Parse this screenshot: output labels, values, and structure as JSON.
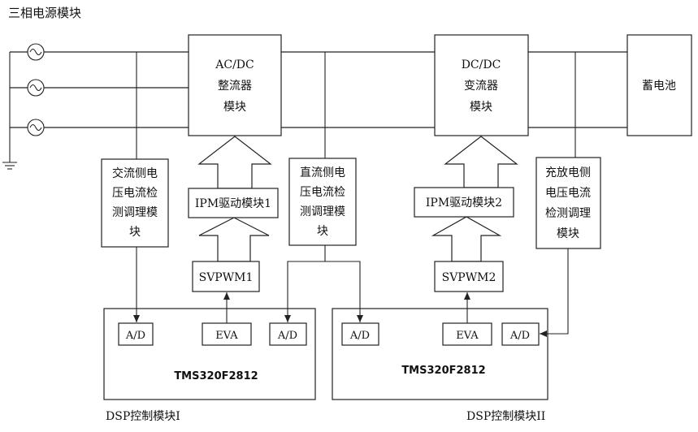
{
  "title": "三相电源模块",
  "blocks": {
    "acdc": [
      "AC/DC",
      "整流器",
      "模块"
    ],
    "dcdc": [
      "DC/DC",
      "变流器",
      "模块"
    ],
    "battery": "蓄电池",
    "ac_sense": [
      "交流侧电",
      "压电流检",
      "测调理模",
      "块"
    ],
    "dc_sense": [
      "直流侧电",
      "压电流检",
      "测调理模",
      "块"
    ],
    "charge_sense": [
      "充放电侧",
      "电压电流",
      "检测调理",
      "模块"
    ],
    "ipm1": "IPM驱动模块1",
    "ipm2": "IPM驱动模块2",
    "svpwm1": "SVPWM1",
    "svpwm2": "SVPWM2"
  },
  "dsp1": {
    "ad_left": "A/D",
    "eva": "EVA",
    "ad_right": "A/D",
    "chip": "TMS320F2812",
    "caption": "DSP控制模块I"
  },
  "dsp2": {
    "ad_left": "A/D",
    "eva": "EVA",
    "ad_right": "A/D",
    "chip": "TMS320F2812",
    "caption": "DSP控制模块II"
  }
}
